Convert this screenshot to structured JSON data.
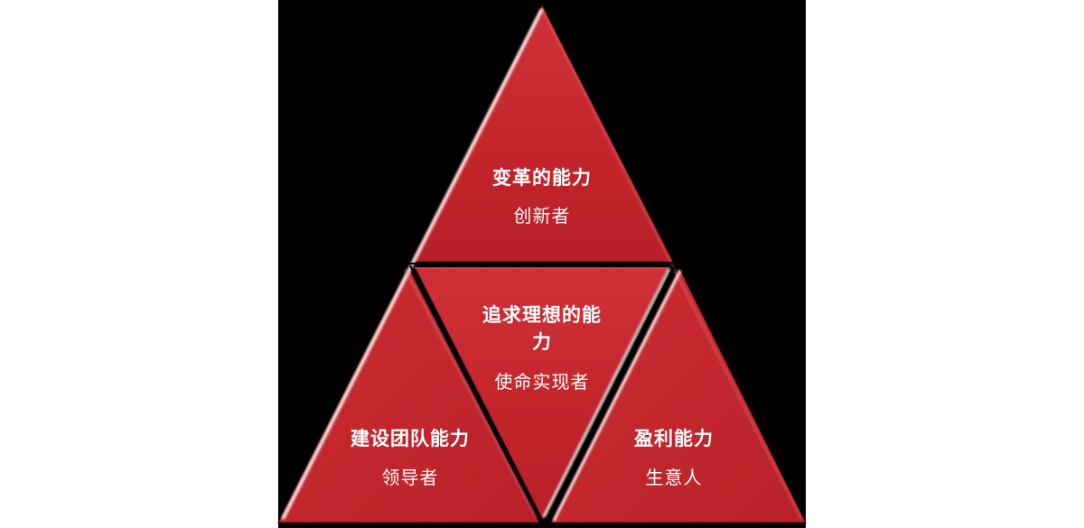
{
  "canvas": {
    "background": "#ffffff",
    "panel_background": "#000000"
  },
  "pyramid": {
    "fill_color": "#c4252c",
    "highlight_color": "#ffffff",
    "text_color": "#ffffff",
    "sections": [
      {
        "position": "top",
        "ability": "变革的能力",
        "role": "创新者"
      },
      {
        "position": "middle",
        "ability": "追求理想的能力",
        "role": "使命实现者"
      },
      {
        "position": "bottom-left",
        "ability": "建设团队能力",
        "role": "领导者"
      },
      {
        "position": "bottom-right",
        "ability": "盈利能力",
        "role": "生意人"
      }
    ]
  }
}
